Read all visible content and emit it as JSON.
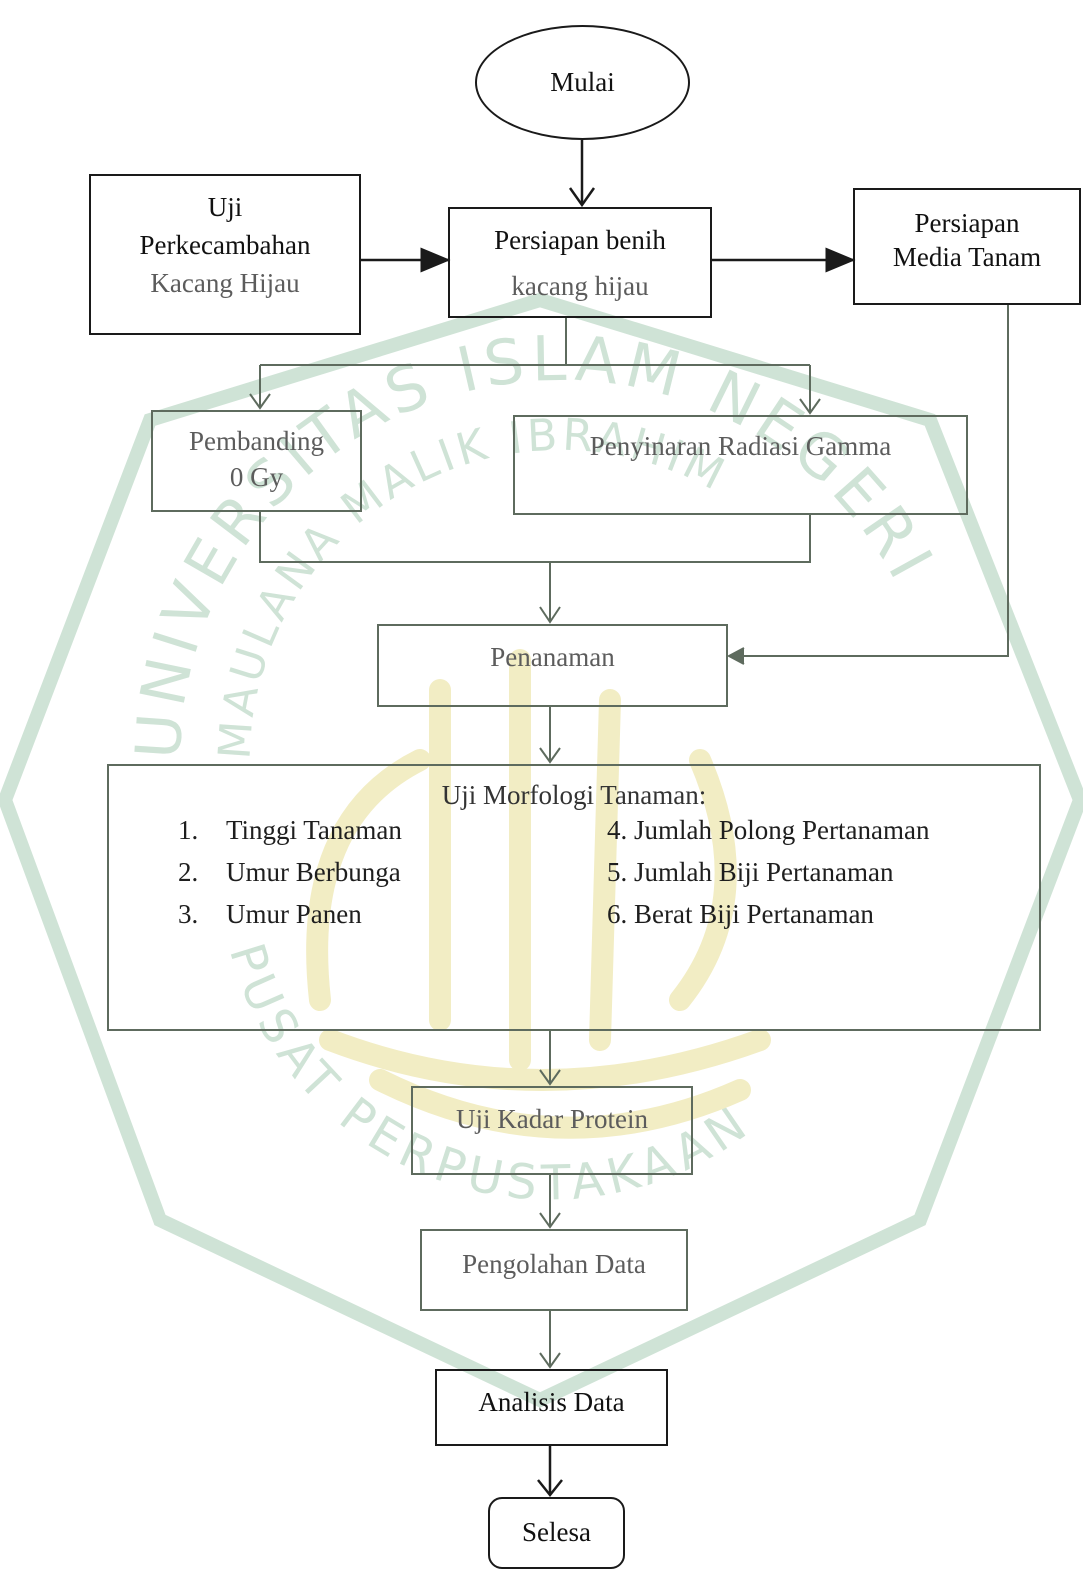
{
  "nodes": {
    "start": "Mulai",
    "germination_test": [
      "Uji",
      "Perkecambahan",
      "Kacang Hijau"
    ],
    "seed_prep": [
      "Persiapan benih",
      "kacang hijau"
    ],
    "media_prep": [
      "Persiapan",
      "Media Tanam"
    ],
    "control": [
      "Pembanding",
      "0 Gy"
    ],
    "gamma": "Penyinaran Radiasi Gamma",
    "planting": "Penanaman",
    "morphology": {
      "title": "Uji Morfologi Tanaman:",
      "items_left": [
        {
          "num": "1.",
          "label": "Tinggi Tanaman"
        },
        {
          "num": "2.",
          "label": "Umur Berbunga"
        },
        {
          "num": "3.",
          "label": "Umur Panen"
        }
      ],
      "items_right": [
        "4. Jumlah Polong Pertanaman",
        "5. Jumlah Biji Pertanaman",
        "6. Berat Biji Pertanaman"
      ]
    },
    "protein": "Uji Kadar Protein",
    "processing": "Pengolahan Data",
    "analysis": "Analisis Data",
    "end": "Selesa"
  },
  "watermark": {
    "arc_top": "UNIVERSITAS ISLAM NEGERI",
    "arc_mid": "MAULANA MALIK IBRAHIM",
    "arc_bottom": "PUSAT PERPUSTAKAAN",
    "color": "#2e8b57"
  },
  "colors": {
    "line_dark": "#1a1a1a",
    "line_grey": "#5e6b5e",
    "text_muted": "#5c5c5c"
  }
}
